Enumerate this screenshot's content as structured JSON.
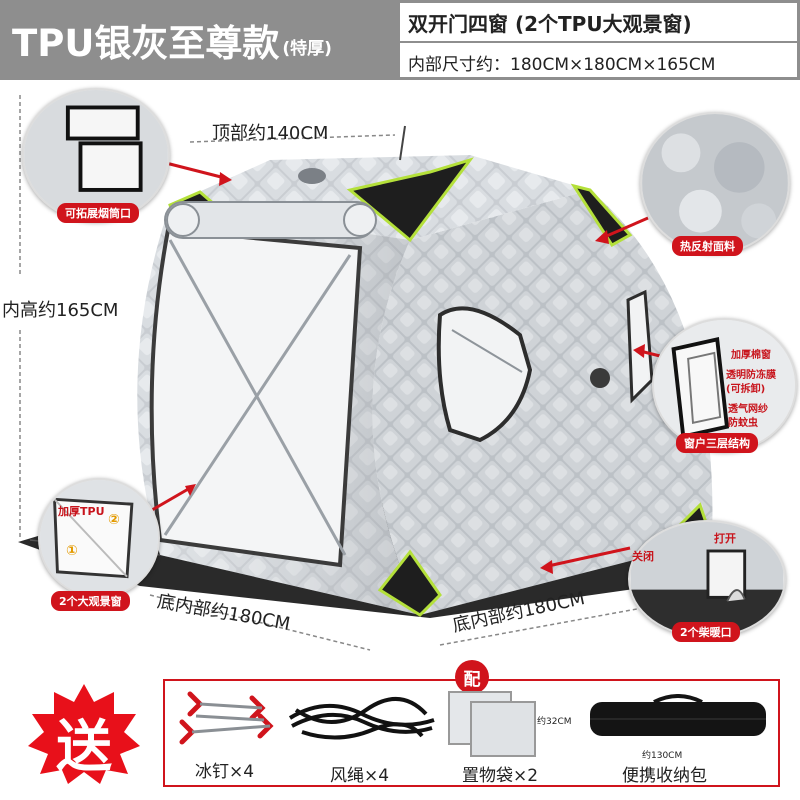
{
  "header": {
    "title": "TPU银灰至尊款",
    "title_note": "(特厚)",
    "feature_line": "双开门四窗 (2个TPU大观景窗)",
    "size_line": "内部尺寸约：180CM×180CM×165CM"
  },
  "dimensions": {
    "top": "顶部约140CM",
    "height": "内高约165CM",
    "bottom_left": "底内部约180CM",
    "bottom_right": "底内部约180CM"
  },
  "callouts": {
    "chimney": {
      "tag": "可拓展烟筒口"
    },
    "fabric": {
      "tag": "热反射面料"
    },
    "window": {
      "tag": "窗户三层结构",
      "layer_1": "加厚棉窗",
      "layer_2a": "透明防冻膜",
      "layer_2b": "(可拆卸)",
      "layer_3a": "透气网纱",
      "layer_3b": "防蚊虫"
    },
    "view_window": {
      "tag": "2个大观景窗",
      "label": "加厚TPU",
      "marker_1": "①",
      "marker_2": "②"
    },
    "vent": {
      "tag": "2个柴暖口",
      "open": "打开",
      "close": "关闭"
    }
  },
  "accessories": {
    "badge": "配",
    "promo": "送",
    "items": [
      {
        "label": "冰钉×4"
      },
      {
        "label": "风绳×4"
      },
      {
        "label": "置物袋×2"
      },
      {
        "label": "便携收纳包"
      }
    ],
    "bag_height": "约32CM",
    "bag_width": "约130CM"
  },
  "colors": {
    "accent": "#d0141c",
    "header_gray": "#8e8e8e",
    "tent_silver": "#c9cdd2",
    "trim_green": "#b4e03a"
  }
}
